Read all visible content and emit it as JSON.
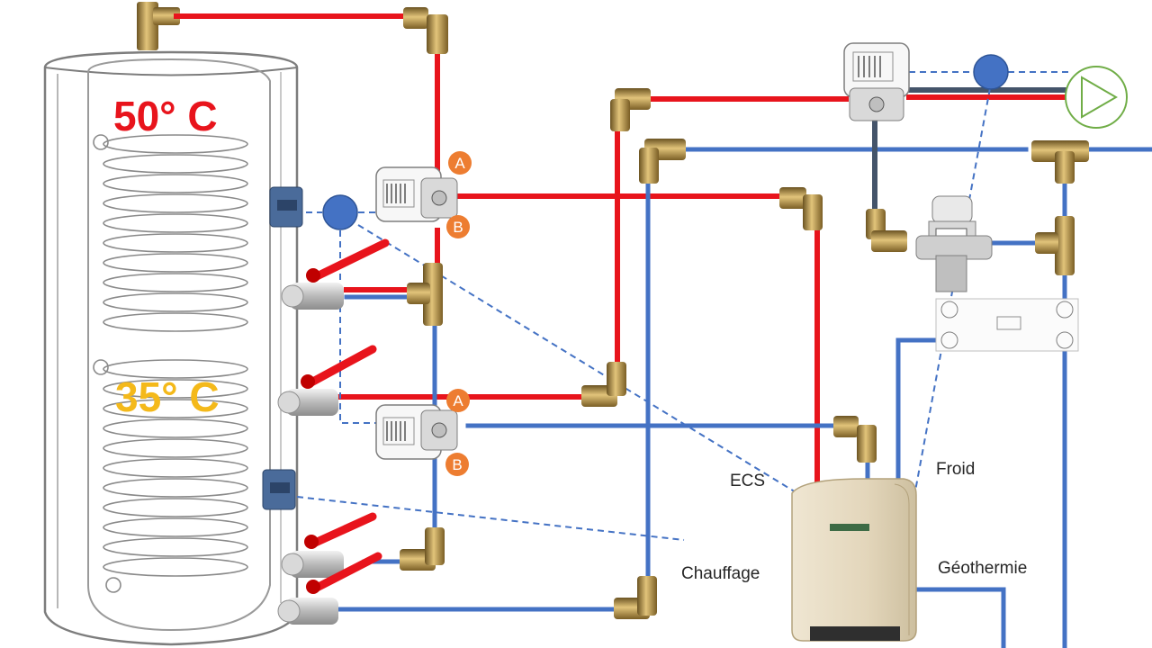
{
  "diagram": {
    "temp_top": "50° C",
    "temp_mid": "35° C",
    "valve_ports": {
      "a": "A",
      "b": "B"
    },
    "labels": {
      "ecs": "ECS",
      "chauffage": "Chauffage",
      "froid": "Froid",
      "geothermie": "Géothermie"
    }
  },
  "colors": {
    "hot": "#e8141c",
    "cold": "#4472c4",
    "sensor": "#4472c4",
    "port_badge": "#ed7d31",
    "temp_top": "#e8141c",
    "temp_mid": "#f4b91a",
    "pump": "#70ad47",
    "fitting": "#a6852f"
  },
  "icons": {
    "tank": "storage-tank-icon",
    "valve": "three-way-valve-icon",
    "ball_valve": "ball-valve-icon",
    "sensor": "temperature-sensor-icon",
    "pump": "circulator-pump-icon",
    "heat_pump": "heat-pump-unit-icon",
    "mixer": "thermostatic-mixing-valve-icon"
  }
}
